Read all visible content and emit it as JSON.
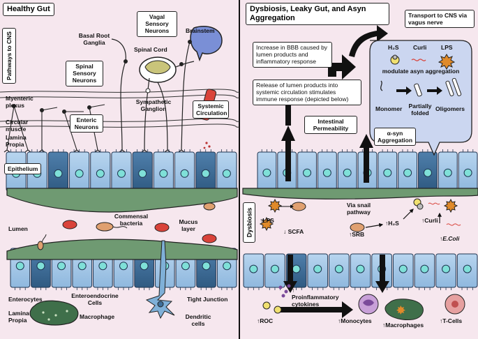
{
  "colors": {
    "background": "#f6e7ee",
    "epithelial_cell": "#a9cbea",
    "epithelial_dark": "#3f6f9a",
    "mucus": "#6f9a72",
    "nerve": "#222222",
    "brainstem": "#7a8fd6",
    "spinal_cord": "#c9c47a",
    "bacteria": "#e0a070",
    "lps": "#e08a2a",
    "monocyte": "#7a4a9a",
    "macrophage": "#5d8a6a",
    "tcell": "#e6a0a0"
  },
  "left_panel": {
    "title": "Healthy Gut",
    "pathways_label": "Pathways to CNS",
    "labels": {
      "vagal": "Vagal Sensory Neurons",
      "brainstem": "Brainstem",
      "basal_root": "Basal Root Ganglia",
      "spinal_cord": "Spinal Cord",
      "spinal_sensory": "Spinal Sensory Neurons",
      "myenteric": "Myenteric plexus",
      "circular_muscle": "Circular muscle",
      "lamina_propia_top": "Lamina Propia",
      "enteric": "Enteric Neurons",
      "sympathetic": "Sympathetic Ganglion",
      "systemic": "Systemic Circulation",
      "epithelium": "Epithelium",
      "lumen": "Lumen",
      "commensal": "Commensal bacteria",
      "mucus": "Mucus layer",
      "enterocytes": "Enterocytes",
      "enteroendocrine": "Enteroendocrine Cells",
      "tight_junction": "Tight Junction",
      "lamina_propia_bottom": "Lamina Propia",
      "macrophage": "Macrophage",
      "dendritic": "Dendritic cells"
    }
  },
  "right_panel": {
    "title": "Dysbiosis, Leaky Gut, and Asyn Aggregation",
    "transport": "Transport to CNS via vagus nerve",
    "bbb": "Increase in BBB caused by lumen products and inflammatory response",
    "release": "Release of lumen products into systemic circulation stimulates immune response (depicted below)",
    "intestinal": "Intestinal Permeability",
    "asyn_agg": "α-syn Aggregation",
    "dysbiosis": "Dysbiosis",
    "bubble": {
      "h2s": "H₂S",
      "curli": "Curli",
      "lps": "LPS",
      "modulate": "modulate asyn aggregation",
      "monomer": "Monomer",
      "partially": "Partially folded",
      "oligomers": "Oligomers"
    },
    "lumen": {
      "lps": "↑LPS",
      "scfa": "↓ SCFA",
      "snail": "Via snail pathway",
      "srb": "↑SRB",
      "h2s": "↑H₂S",
      "curli": "↑Curli",
      "ecoli": "↑E.Coli"
    },
    "bottom": {
      "proinflammatory": "↑ Proinflammatory cytokines",
      "roc": "↑ROC",
      "monocytes": "↑Monocytes",
      "macrophages": "↑Macrophages",
      "tcells": "↑T-Cells"
    }
  }
}
